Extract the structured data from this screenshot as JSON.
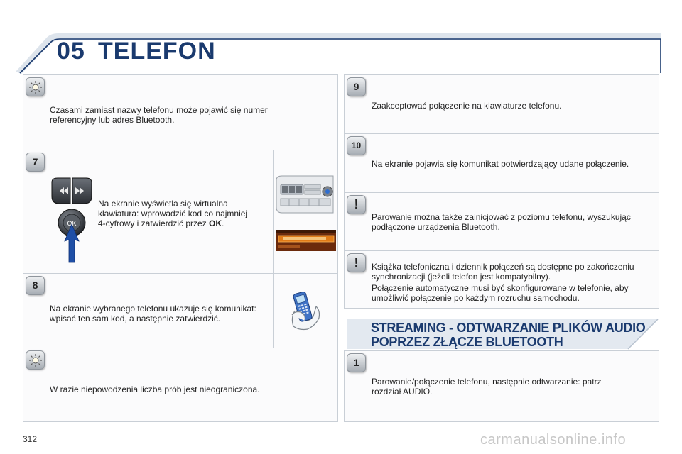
{
  "header": {
    "chapter_number": "05",
    "chapter_title": "TELEFON"
  },
  "left": {
    "tip1": "Czasami zamiast nazwy telefonu może pojawić się numer referencyjny lub adres Bluetooth.",
    "step7_number": "7",
    "step7_line1": "Na ekranie wyświetla się wirtualna",
    "step7_line2": "klawiatura: wprowadzić kod co najmniej",
    "step7_line3_prefix": "4-cyfrowy i zatwierdzić przez ",
    "step7_ok": "OK",
    "step7_period": ".",
    "ok_button_label": "OK",
    "step8_number": "8",
    "step8_text": "Na ekranie wybranego telefonu ukazuje się komunikat: wpisać ten sam kod, a następnie zatwierdzić.",
    "tip2": "W razie niepowodzenia liczba prób jest nieograniczona."
  },
  "right": {
    "step9_number": "9",
    "step9_text": "Zaakceptować połączenie na klawiaturze telefonu.",
    "step10_number": "10",
    "step10_text": "Na ekranie pojawia się komunikat potwierdzający udane połączenie.",
    "warning1_symbol": "!",
    "warning1_text": "Parowanie można także zainicjować z poziomu telefonu, wyszukując podłączone urządzenia Bluetooth.",
    "warning2_symbol": "!",
    "warning2_p1": "Książka telefoniczna i dziennik połączeń są dostępne po zakończeniu synchronizacji (jeżeli telefon jest kompatybilny).",
    "warning2_p2": "Połączenie automatyczne musi być skonfigurowane w telefonie, aby umożliwić połączenie po każdym rozruchu samochodu.",
    "banner": "STREAMING - ODTWARZANIE PLIKÓW AUDIO POPRZEZ ZŁĄCZE BLUETOOTH",
    "step1_number": "1",
    "step1_text": "Parowanie/połączenie telefonu, następnie odtwarzanie: patrz rozdział AUDIO."
  },
  "footer": {
    "page_number": "312",
    "watermark": "carmanualsonline.info"
  },
  "colors": {
    "heading": "#1a3a6e",
    "border": "#c9cfd6",
    "arrow": "#1f4fa6"
  }
}
